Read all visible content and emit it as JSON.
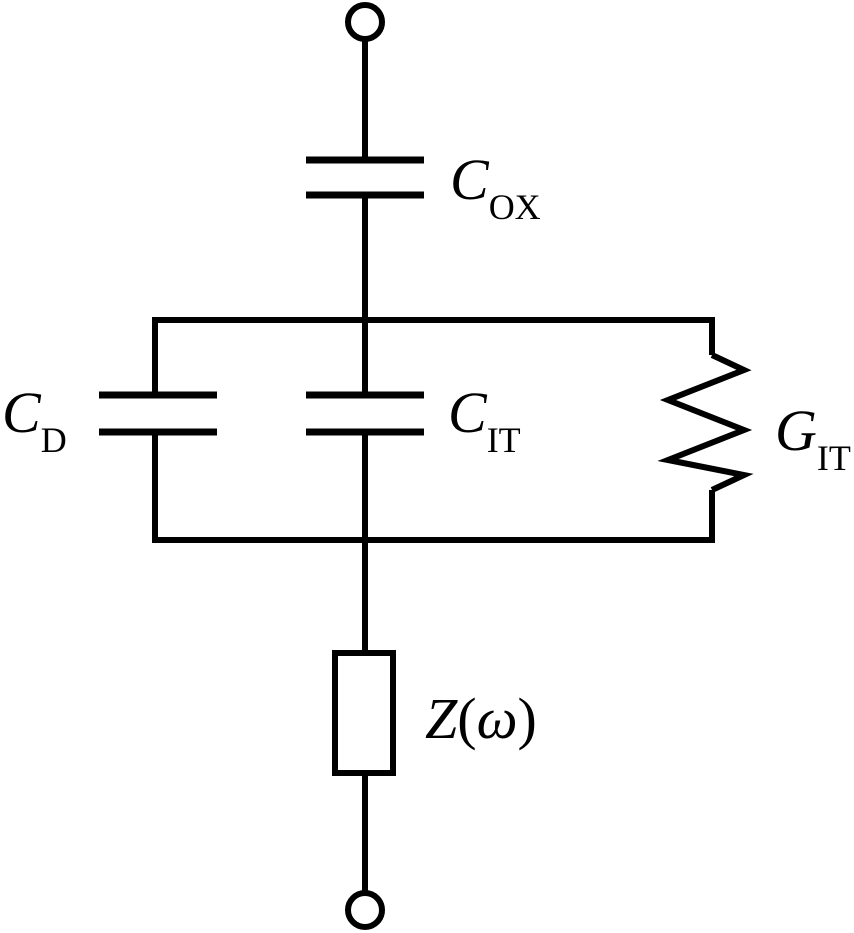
{
  "components": {
    "c_ox": {
      "symbol": "C",
      "subscript": "OX"
    },
    "c_d": {
      "symbol": "C",
      "subscript": "D"
    },
    "c_it": {
      "symbol": "C",
      "subscript": "IT"
    },
    "g_it": {
      "symbol": "G",
      "subscript": "IT"
    },
    "z": {
      "symbol": "Z",
      "open_paren": "(",
      "argument": "ω",
      "close_paren": ")"
    }
  },
  "colors": {
    "stroke": "#000000",
    "background": "#ffffff"
  }
}
